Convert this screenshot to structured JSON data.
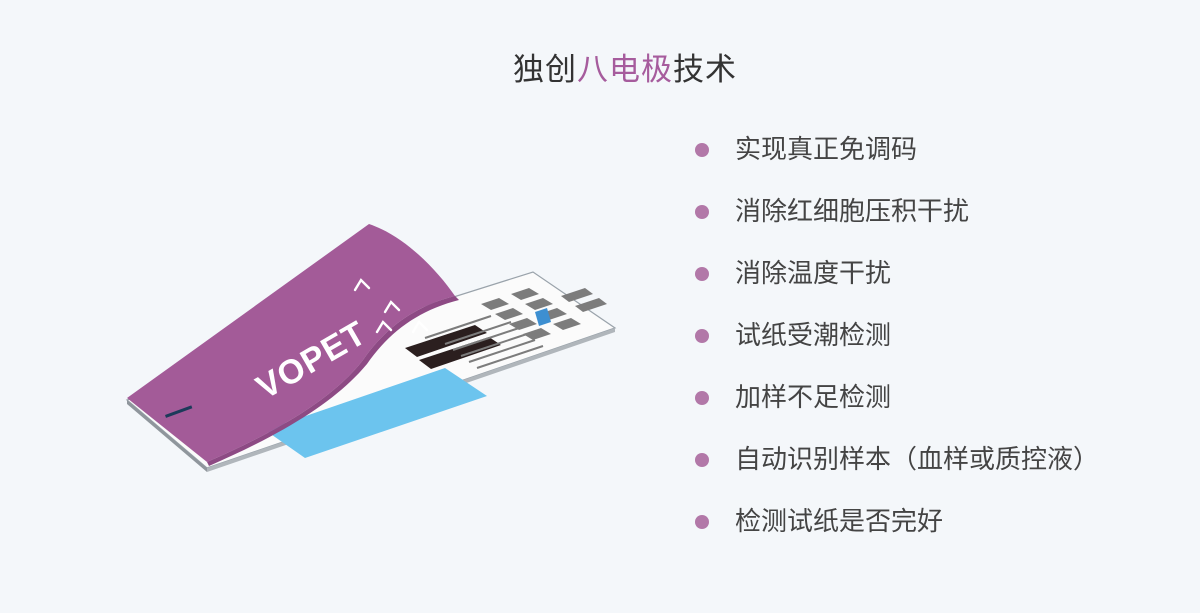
{
  "title": {
    "prefix": "独创",
    "accent": "八电极",
    "suffix": "技术"
  },
  "features": [
    "实现真正免调码",
    "消除红细胞压积干扰",
    "消除温度干扰",
    "试纸受潮检测",
    "加样不足检测",
    "自动识别样本（血样或质控液）",
    "检测试纸是否完好"
  ],
  "strip": {
    "brand": "VOPET"
  },
  "colors": {
    "accent": "#a65c9d",
    "bullet": "#b278a8",
    "strip_purple": "#a35b98",
    "strip_blue": "#6cc4ee",
    "electrode": "#7c7c7c",
    "background": "#f4f7fa"
  }
}
